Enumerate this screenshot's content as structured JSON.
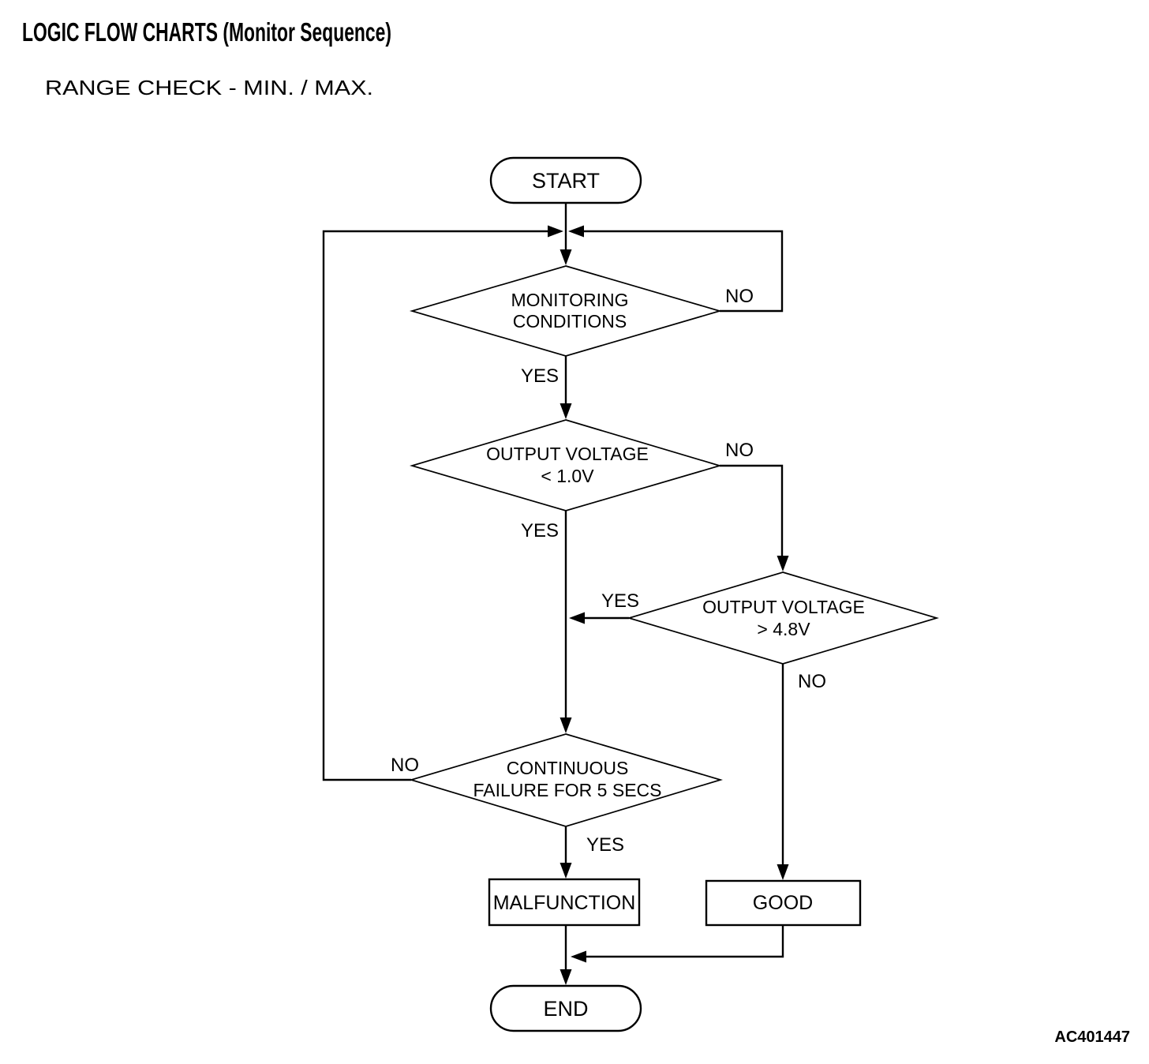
{
  "page": {
    "title": "LOGIC FLOW CHARTS (Monitor Sequence)",
    "subtitle": "RANGE CHECK - MIN. / MAX.",
    "figure_code": "AC401447",
    "background_color": "#ffffff",
    "line_color": "#000000"
  },
  "flowchart": {
    "start_label": "START",
    "end_label": "END",
    "decisions": [
      {
        "id": "monitoring-conditions",
        "line1": "MONITORING",
        "line2": "CONDITIONS",
        "yes_label": "YES",
        "no_label": "NO"
      },
      {
        "id": "output-voltage-min",
        "line1": "OUTPUT VOLTAGE",
        "line2": "< 1.0V",
        "yes_label": "YES",
        "no_label": "NO"
      },
      {
        "id": "output-voltage-max",
        "line1": "OUTPUT VOLTAGE",
        "line2": "> 4.8V",
        "yes_label": "YES",
        "no_label": "NO"
      },
      {
        "id": "continuous-failure",
        "line1": "CONTINUOUS",
        "line2": "FAILURE FOR 5 SECS",
        "yes_label": "YES",
        "no_label": "NO"
      }
    ],
    "results": [
      {
        "id": "malfunction",
        "label": "MALFUNCTION"
      },
      {
        "id": "good",
        "label": "GOOD"
      }
    ]
  }
}
